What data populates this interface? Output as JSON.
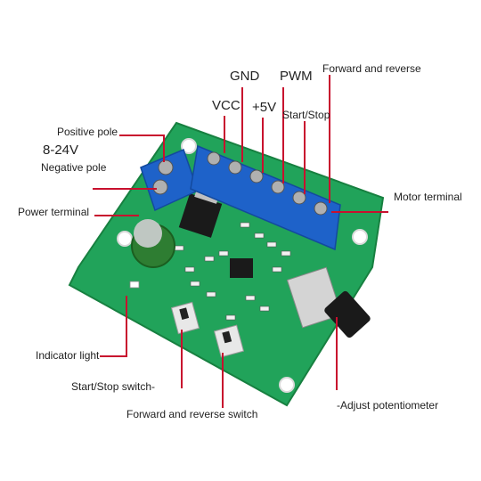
{
  "labels": {
    "gnd": "GND",
    "pwm": "PWM",
    "forward_reverse": "Forward and reverse",
    "vcc": "VCC",
    "plus5v": "+5V",
    "start_stop": "Start/Stop",
    "positive_pole": "Positive pole",
    "voltage_range": "8-24V",
    "negative_pole": "Negative pole",
    "motor_terminal": "Motor terminal",
    "power_terminal": "Power terminal",
    "indicator_light": "Indicator light",
    "start_stop_switch": "Start/Stop switch-",
    "forward_reverse_switch": "Forward and reverse switch",
    "adjust_potentiometer": "-Adjust potentiometer"
  },
  "colors": {
    "pcb": "#21a35a",
    "terminal_block": "#1e62c9",
    "leader_line": "#c8102e",
    "text": "#222222"
  }
}
